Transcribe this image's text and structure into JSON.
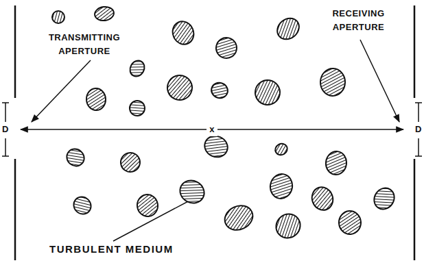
{
  "diagram": {
    "labels": [
      "TRANSMITTING APERTURE",
      "RECEIVING APERTURE",
      "D",
      "x",
      "D",
      "TURBULENT MEDIUM"
    ]
  }
}
